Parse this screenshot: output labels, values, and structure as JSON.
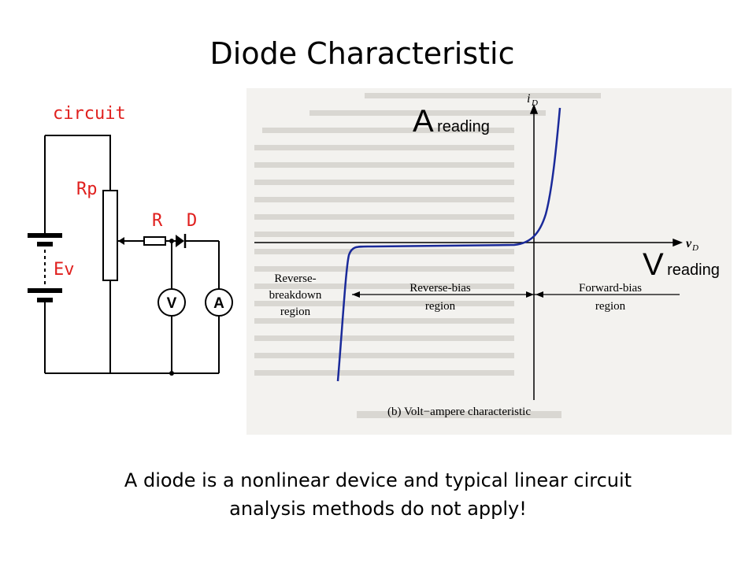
{
  "title": "Diode Characteristic",
  "circuit": {
    "heading": "circuit",
    "labels": {
      "rp": "Rp",
      "r": "R",
      "d": "D",
      "ev": "Ev"
    },
    "meters": {
      "voltmeter": "V",
      "ammeter": "A"
    }
  },
  "readings": {
    "current": {
      "letter": "A",
      "word": "reading"
    },
    "voltage": {
      "letter": "V",
      "word": "reading"
    }
  },
  "photo": {
    "axis_current": "i",
    "axis_current_sub": "D",
    "axis_voltage": "v",
    "axis_voltage_sub": "D",
    "regions": {
      "breakdown": [
        "Reverse-",
        "breakdown",
        "region"
      ],
      "reverse": [
        "Reverse-bias",
        "region"
      ],
      "forward": [
        "Forward-bias",
        "region"
      ]
    },
    "caption": "(b) Volt−ampere characteristic"
  },
  "caption_lines": [
    "A diode is a nonlinear device and typical linear circuit",
    "analysis methods do not apply!"
  ],
  "colors": {
    "label_red": "#e0201e",
    "curve_blue": "#1a2a9a"
  }
}
